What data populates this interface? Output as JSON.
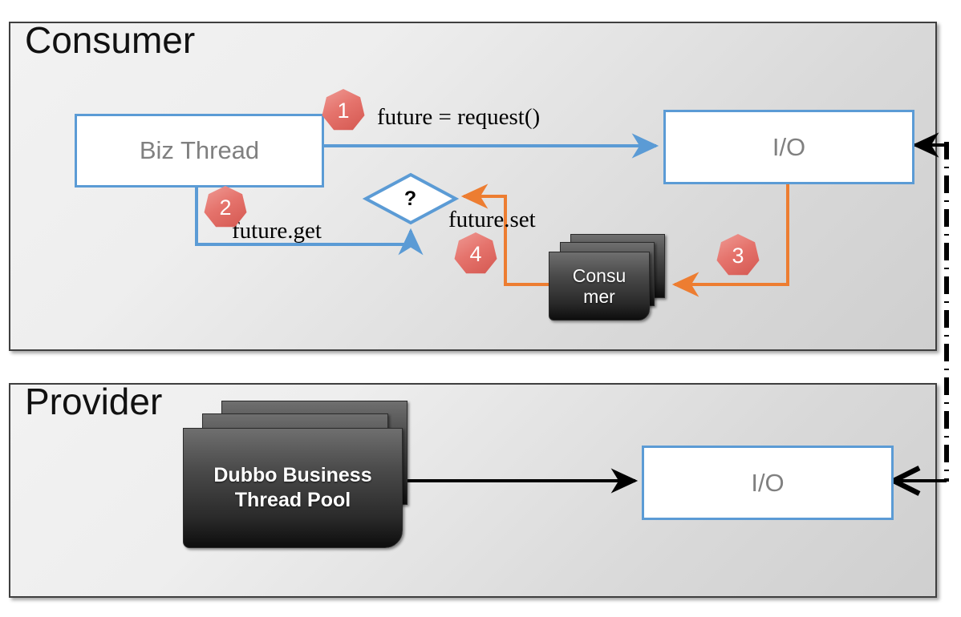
{
  "diagram": {
    "title_consumer": "Consumer",
    "title_provider": "Provider"
  },
  "consumer_panel": {
    "label": "Consumer",
    "biz_thread_box": "Biz Thread",
    "io_box": "I/O",
    "decision_diamond": "?",
    "consumer_stack_label": "Consu\nmer",
    "consumer_stack_line1": "Consu",
    "consumer_stack_line2": "mer"
  },
  "provider_panel": {
    "label": "Provider",
    "io_box": "I/O",
    "thread_pool_line1": "Dubbo Business",
    "thread_pool_line2": "Thread Pool"
  },
  "steps": [
    {
      "number": "1",
      "label": "future = request()"
    },
    {
      "number": "2",
      "label": "future.get"
    },
    {
      "number": "3",
      "label": ""
    },
    {
      "number": "4",
      "label": "future.set"
    }
  ],
  "edge_labels": {
    "request": "future = request()",
    "get": "future.get",
    "set": "future.set"
  },
  "colors": {
    "blue_stroke": "#5b9bd5",
    "orange_stroke": "#ed7d31",
    "badge_red": "#d9534f",
    "panel_border": "#3f3f3f",
    "black_stroke": "#000000",
    "box_text": "#808080"
  }
}
